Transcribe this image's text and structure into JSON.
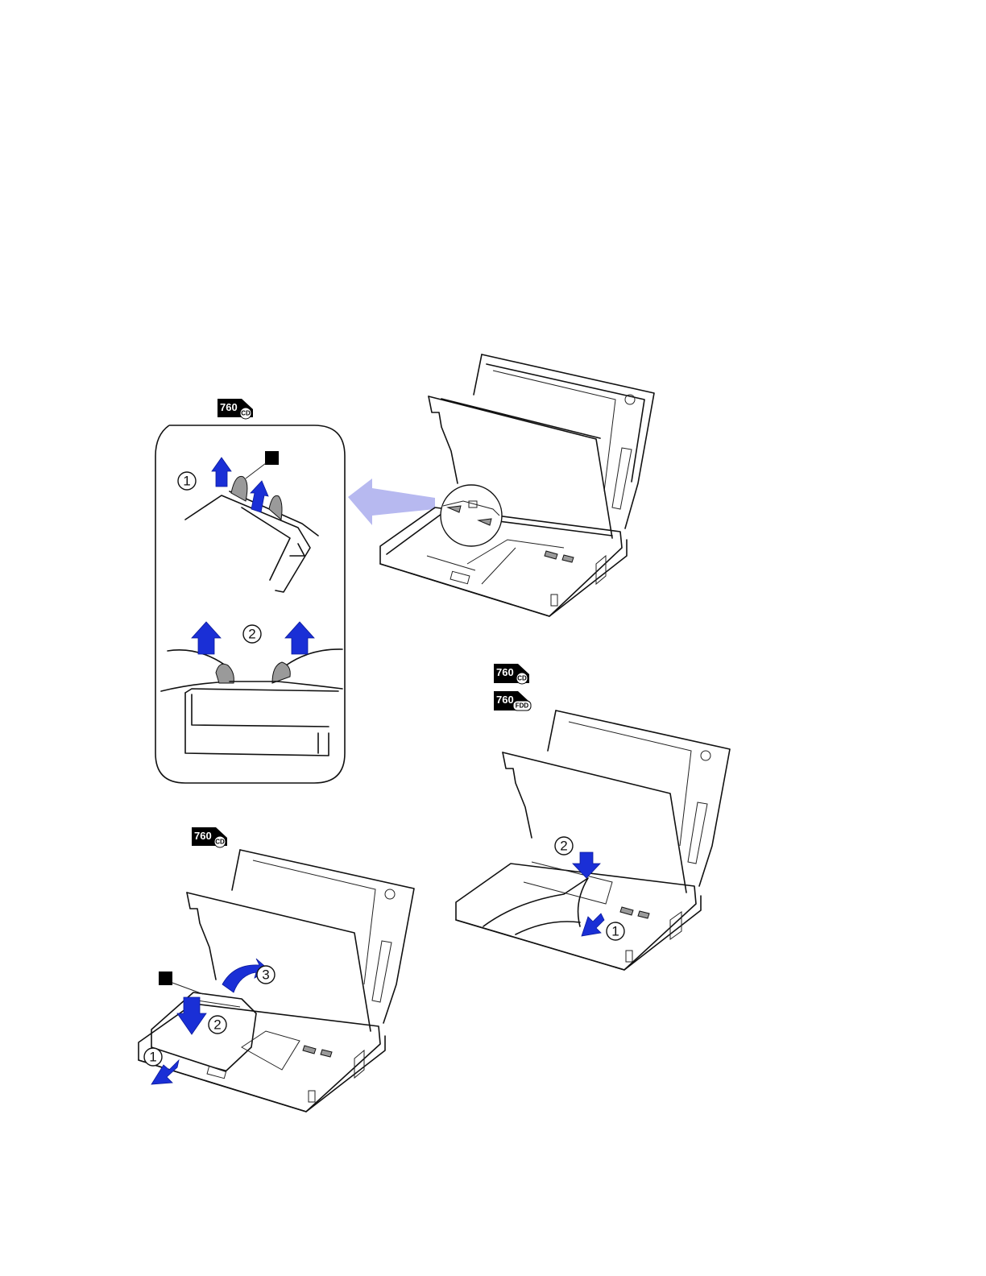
{
  "badges": [
    {
      "model": "760",
      "drive": "CD"
    },
    {
      "model": "760",
      "drive": "CD"
    },
    {
      "model": "760",
      "drive": "FDD"
    },
    {
      "model": "760",
      "drive": "CD"
    }
  ],
  "steps": {
    "inset_one": "1",
    "inset_two": "2",
    "right_one": "1",
    "right_two": "2",
    "bottom_one": "1",
    "bottom_two": "2",
    "bottom_three": "3"
  },
  "colors": {
    "arrow": "#1a2fd6",
    "callout_arrow": "#b7b9f0",
    "badge": "#000000"
  }
}
